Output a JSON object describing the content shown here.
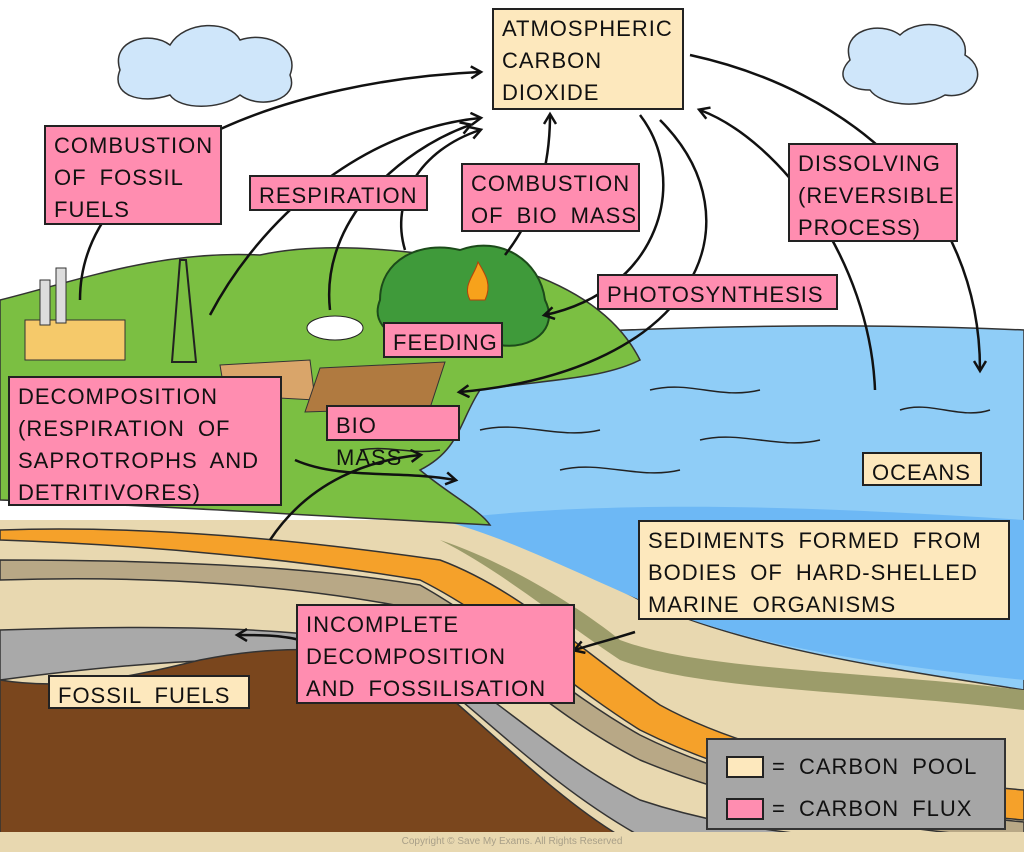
{
  "labels": {
    "atmospheric_co2": [
      "ATMOSPHERIC",
      "CARBON",
      "DIOXIDE"
    ],
    "combustion_fossil": [
      "COMBUSTION",
      "OF FOSSIL",
      "FUELS"
    ],
    "respiration": "RESPIRATION",
    "combustion_biomass": [
      "COMBUSTION",
      "OF BIO MASS"
    ],
    "dissolving": [
      "DISSOLVING",
      "(REVERSIBLE",
      "PROCESS)"
    ],
    "photosynthesis": "PHOTOSYNTHESIS",
    "feeding": "FEEDING",
    "decomposition": [
      "DECOMPOSITION",
      "(RESPIRATION OF",
      "SAPROTROPHS AND",
      "DETRITIVORES)"
    ],
    "biomass": "BIO MASS",
    "oceans": "OCEANS",
    "sediments": [
      "SEDIMENTS FORMED FROM",
      "BODIES OF HARD-SHELLED",
      "MARINE ORGANISMS"
    ],
    "incomplete": [
      "INCOMPLETE",
      "DECOMPOSITION",
      "AND FOSSILISATION"
    ],
    "fossil_fuels": "FOSSIL FUELS"
  },
  "legend": {
    "pool": "= CARBON POOL",
    "flux": "= CARBON FLUX"
  },
  "copyright": "Copyright © Save My Exams. All Rights Reserved",
  "colors": {
    "pool": "#fde8bd",
    "flux": "#ff8db0",
    "sea": "#8fcdf7",
    "land": "#7bbf42",
    "soil_brown": "#7a461d"
  }
}
